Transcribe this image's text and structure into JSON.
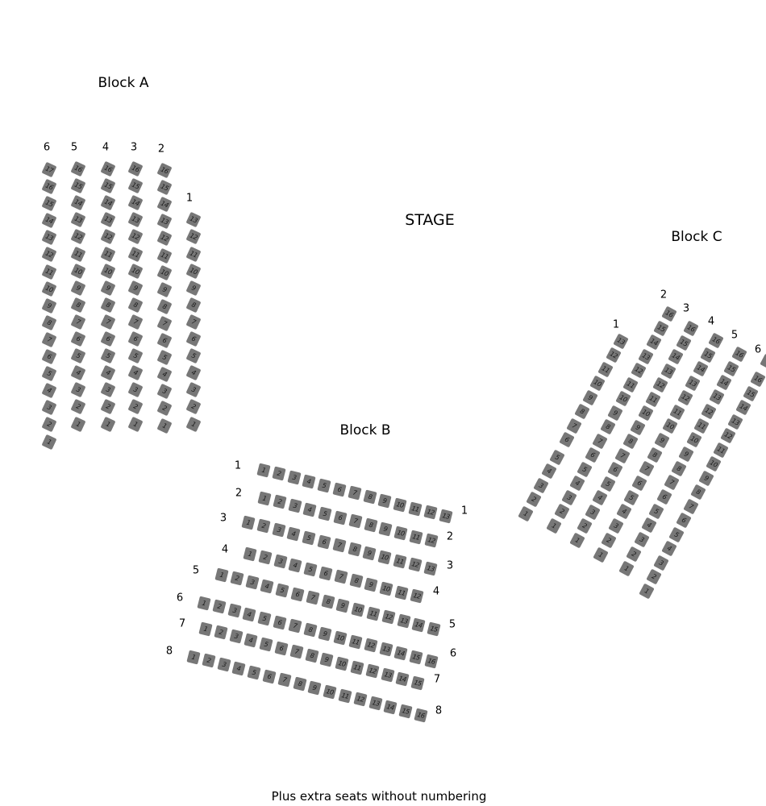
{
  "stage_label": "STAGE",
  "footer_note": "Plus extra seats without numbering",
  "seat_color": "#777777",
  "blocks": {
    "A": {
      "title": "Block A",
      "rows": [
        {
          "row": "6",
          "seats": 17
        },
        {
          "row": "5",
          "seats": 16
        },
        {
          "row": "4",
          "seats": 16
        },
        {
          "row": "3",
          "seats": 16
        },
        {
          "row": "2",
          "seats": 16
        },
        {
          "row": "1",
          "seats": 13
        }
      ]
    },
    "B": {
      "title": "Block B",
      "rows": [
        {
          "row": "1",
          "seats": 13
        },
        {
          "row": "2",
          "seats": 12
        },
        {
          "row": "3",
          "seats": 13
        },
        {
          "row": "4",
          "seats": 12
        },
        {
          "row": "5",
          "seats": 15
        },
        {
          "row": "6",
          "seats": 16
        },
        {
          "row": "7",
          "seats": 15
        },
        {
          "row": "8",
          "seats": 16
        }
      ]
    },
    "C": {
      "title": "Block C",
      "rows": [
        {
          "row": "1",
          "seats": 13
        },
        {
          "row": "2",
          "seats": 16
        },
        {
          "row": "3",
          "seats": 16
        },
        {
          "row": "4",
          "seats": 16
        },
        {
          "row": "5",
          "seats": 16
        },
        {
          "row": "6",
          "seats": 16,
          "unnumbered_extra": 1
        }
      ]
    }
  }
}
